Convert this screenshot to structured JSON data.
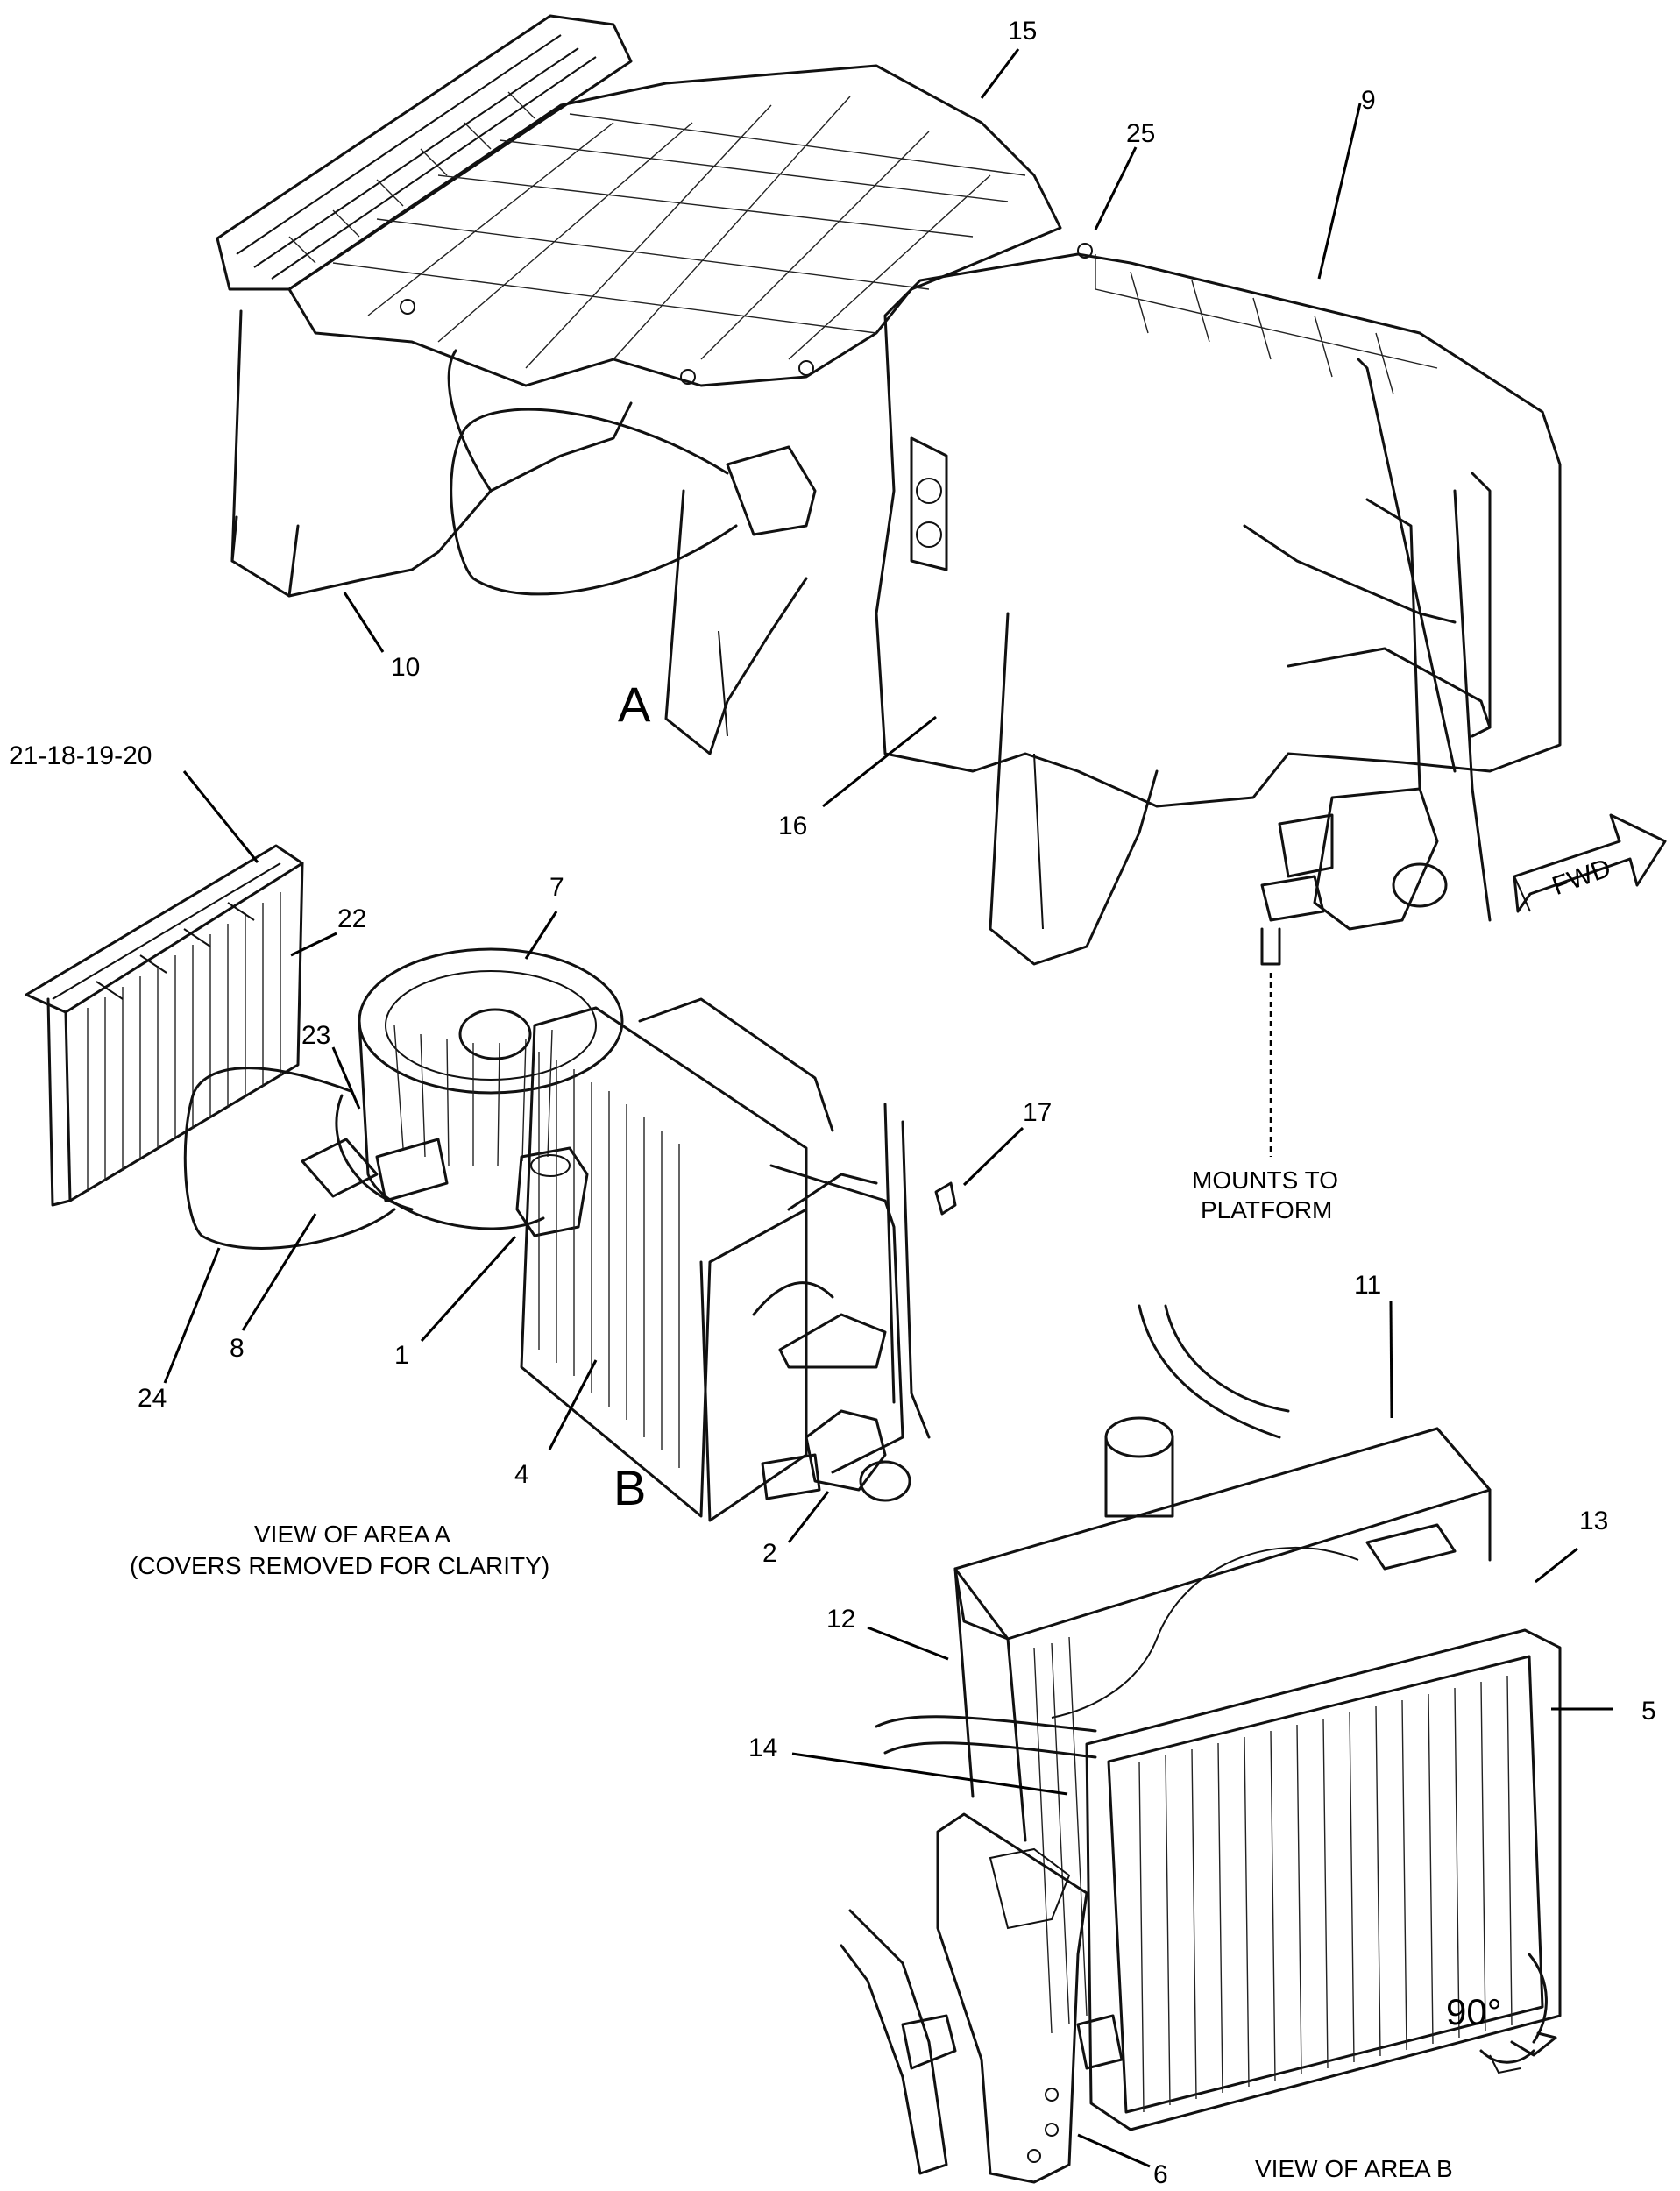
{
  "callouts": {
    "c1": "1",
    "c2": "2",
    "c4": "4",
    "c5": "5",
    "c6": "6",
    "c7": "7",
    "c8": "8",
    "c9": "9",
    "c10": "10",
    "c11": "11",
    "c12": "12",
    "c13": "13",
    "c14": "14",
    "c15": "15",
    "c16": "16",
    "c17": "17",
    "c22": "22",
    "c23": "23",
    "c24": "24",
    "c25": "25",
    "c_group": "21-18-19-20"
  },
  "area_markers": {
    "a": "A",
    "b": "B"
  },
  "notes": {
    "mounts_line1": "MOUNTS TO",
    "mounts_line2": "PLATFORM",
    "fwd": "FWD",
    "rotation": "90°"
  },
  "captions": {
    "view_a_line1": "VIEW OF AREA  A",
    "view_a_line2": "(COVERS REMOVED FOR CLARITY)",
    "view_b": "VIEW OF AREA  B"
  }
}
